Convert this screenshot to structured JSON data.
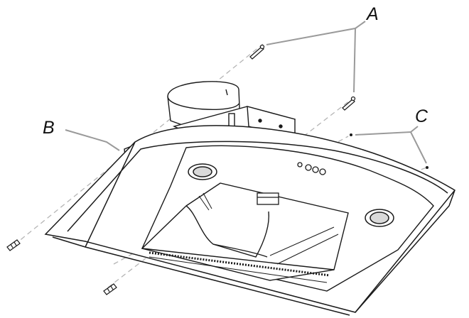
{
  "callouts": {
    "a": "A",
    "b": "B",
    "c": "C"
  },
  "colors": {
    "line": "#1a1a1a",
    "leader": "#9a9a9a",
    "dashed": "#b5b5b5",
    "panel_fill": "#ffffff",
    "shade": "#d9d9d9"
  }
}
